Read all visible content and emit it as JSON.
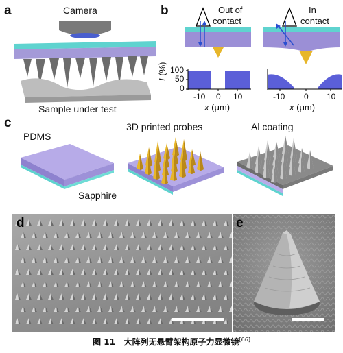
{
  "panel_a": {
    "label": "a",
    "camera_label": "Camera",
    "sample_label": "Sample under test"
  },
  "panel_b": {
    "label": "b",
    "out_of_contact": [
      "Out of",
      "contact"
    ],
    "in_contact": [
      "In",
      "contact"
    ],
    "ylabel_italic": "I",
    "ylabel_unit": " (%)",
    "xlabel_italic": "x",
    "xlabel_unit": " (μm)",
    "yticks": [
      "100",
      "50",
      "0"
    ],
    "xticks": [
      "-10",
      "0",
      "10"
    ]
  },
  "panel_c": {
    "label": "c",
    "pdms_label": "PDMS",
    "sapphire_label": "Sapphire",
    "probes_label": "3D printed probes",
    "coating_label": "Al coating"
  },
  "panel_d": {
    "label": "d"
  },
  "panel_e": {
    "label": "e"
  },
  "caption": {
    "figure_number": "图 11",
    "text": "大阵列无悬臂架构原子力显微镜",
    "reference": "[66]"
  },
  "colors": {
    "purple": "#9b8fd6",
    "cyan": "#5fd3cf",
    "gold": "#e7b62a",
    "curve_blue": "#5b5fd8",
    "arrow_blue": "#2a4fd0",
    "sem_gray": "#8d8d8d"
  }
}
